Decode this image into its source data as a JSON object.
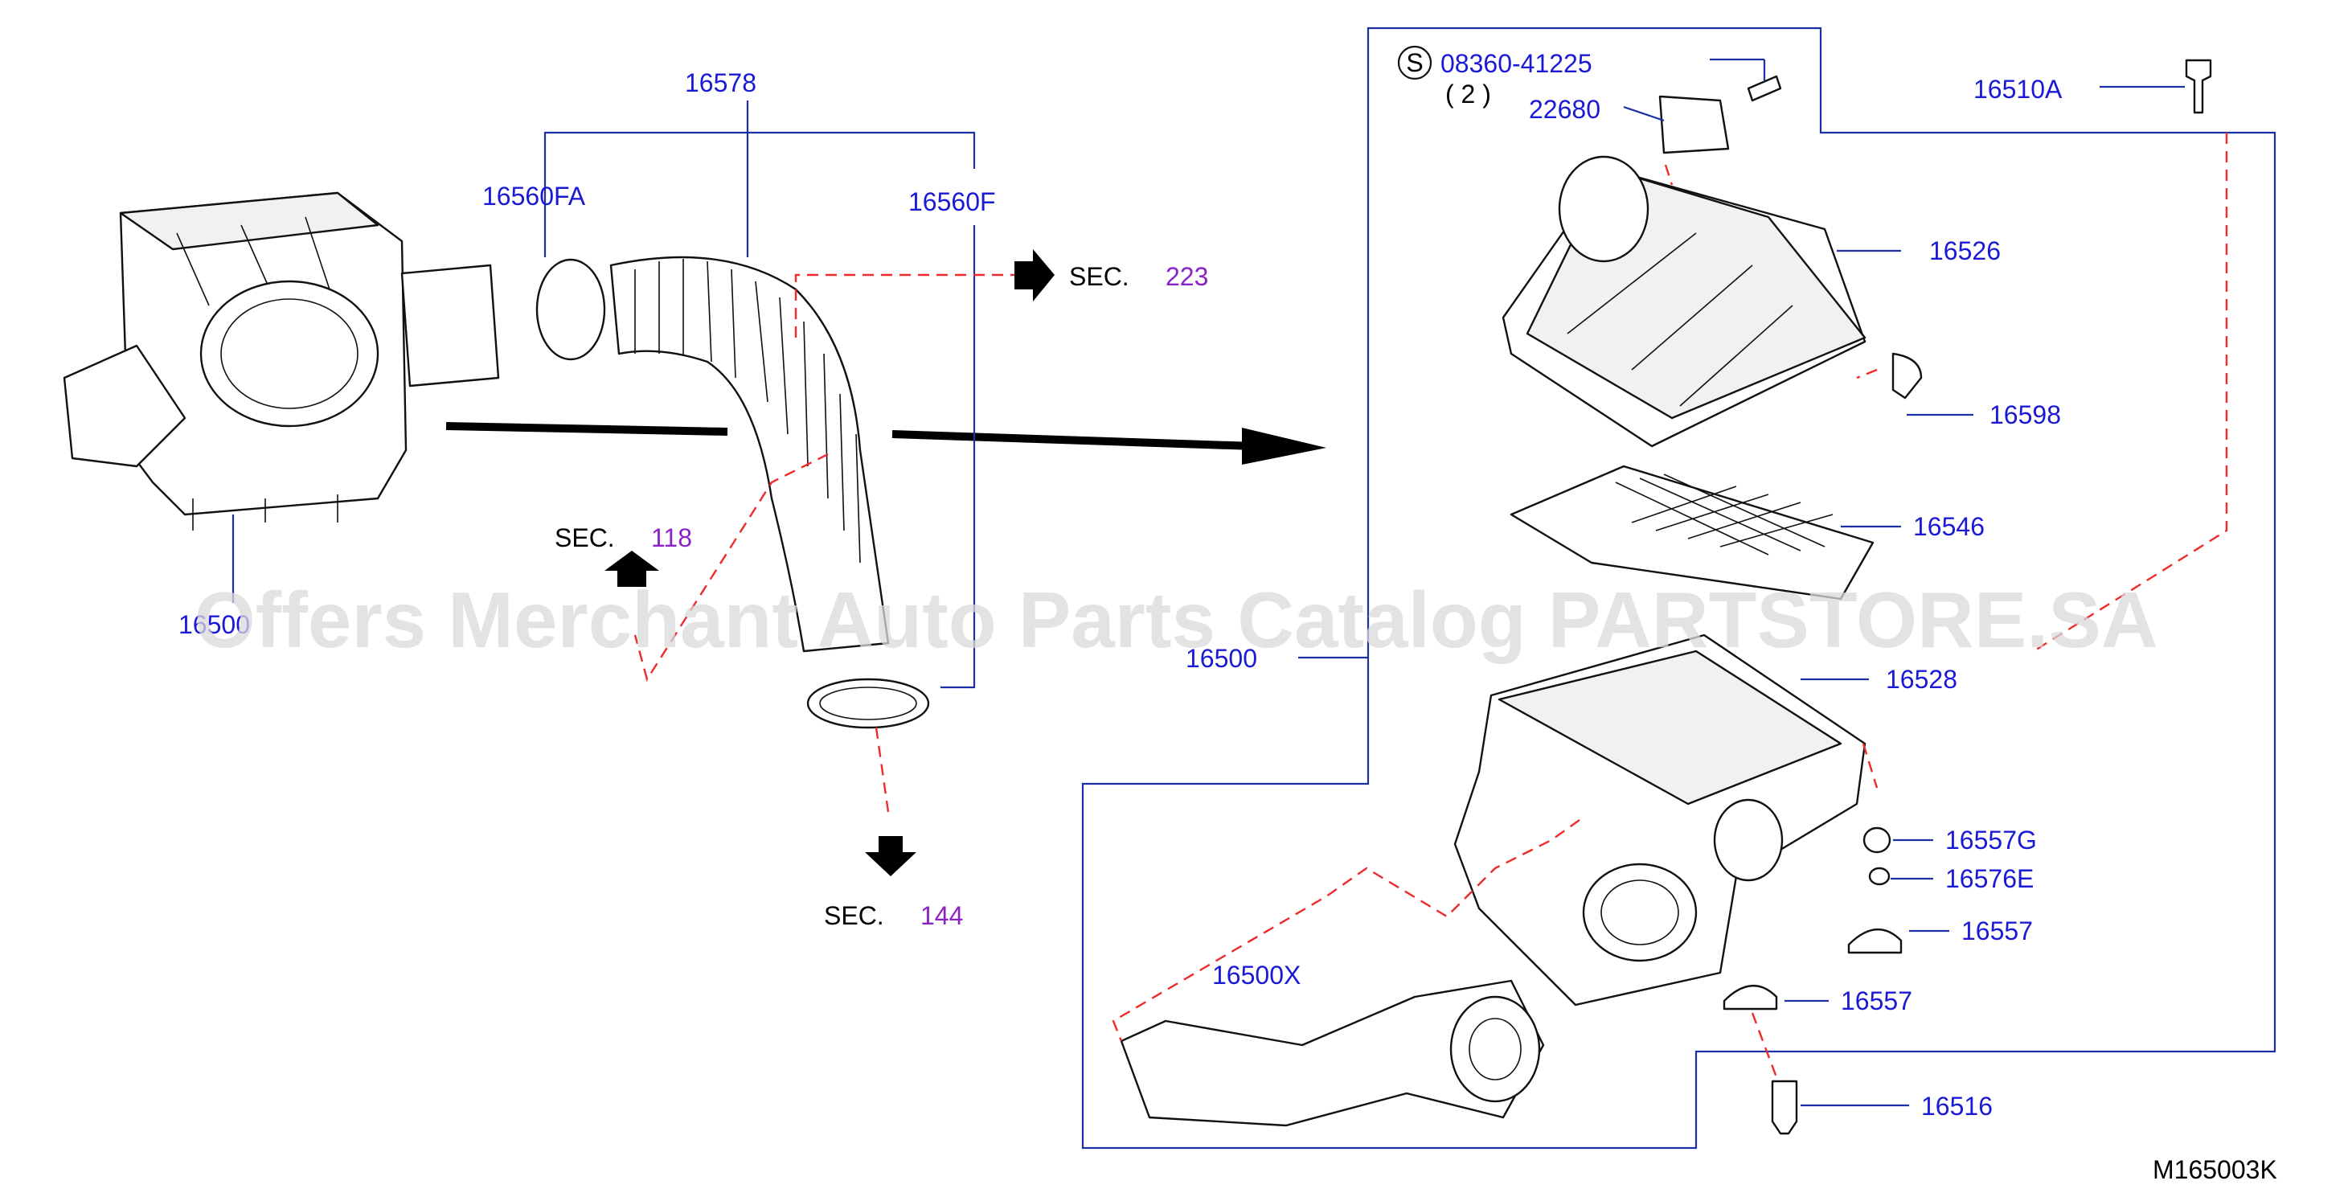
{
  "labels": {
    "l16578": "16578",
    "l16560FA": "16560FA",
    "l16560F": "16560F",
    "l16500_left": "16500",
    "l16500": "16500",
    "l08360": "08360-41225",
    "lqty": "( 2 )",
    "l22680": "22680",
    "l16510A": "16510A",
    "l16526": "16526",
    "l16598": "16598",
    "l16546": "16546",
    "l16528": "16528",
    "l16557G": "16557G",
    "l16576E": "16576E",
    "l16557a": "16557",
    "l16557b": "16557",
    "l16500X": "16500X",
    "l16516": "16516",
    "s_marker": "S"
  },
  "sections": {
    "s223": {
      "prefix": "SEC.",
      "num": "223"
    },
    "s118": {
      "prefix": "SEC.",
      "num": "118"
    },
    "s144": {
      "prefix": "SEC.",
      "num": "144"
    }
  },
  "diagram_code": "M165003K",
  "watermark": "Offers Merchant Auto Parts Catalog PARTSTORE.SA",
  "colors": {
    "label": "#1a1ad6",
    "section_number": "#8a22c8",
    "leader": "#1a2fa8",
    "dashed": "#ef2a2a"
  }
}
